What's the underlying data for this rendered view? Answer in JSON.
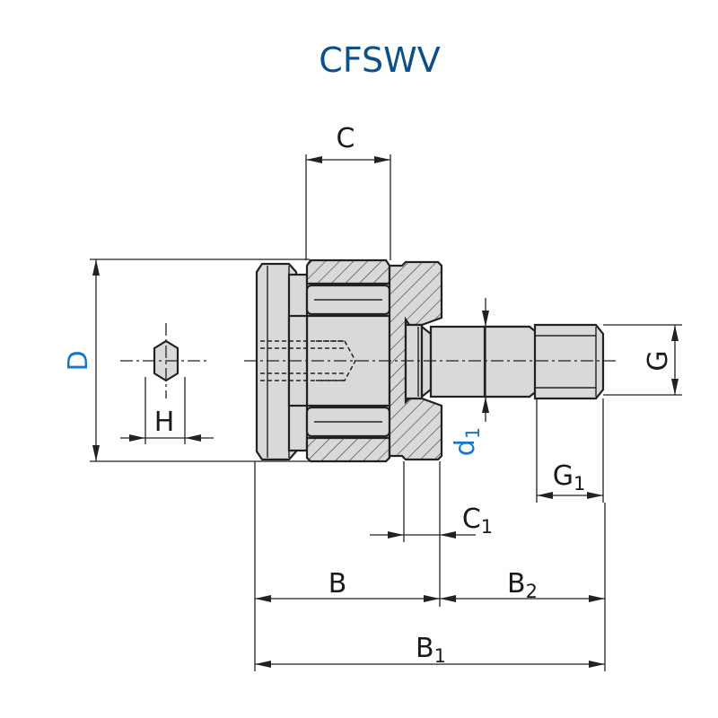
{
  "title": "CFSWV",
  "colors": {
    "title": "#0d4f86",
    "highlight_labels": "#1675c9",
    "lines": "#222222",
    "part_fill": "#d9d9d9"
  },
  "labels": {
    "C": {
      "main": "C",
      "sub": ""
    },
    "D": {
      "main": "D",
      "sub": ""
    },
    "H": {
      "main": "H",
      "sub": ""
    },
    "G": {
      "main": "G",
      "sub": ""
    },
    "d1": {
      "main": "d",
      "sub": "1"
    },
    "G1": {
      "main": "G",
      "sub": "1"
    },
    "C1": {
      "main": "C",
      "sub": "1"
    },
    "B": {
      "main": "B",
      "sub": ""
    },
    "B2": {
      "main": "B",
      "sub": "2"
    },
    "B1": {
      "main": "B",
      "sub": "1"
    }
  }
}
